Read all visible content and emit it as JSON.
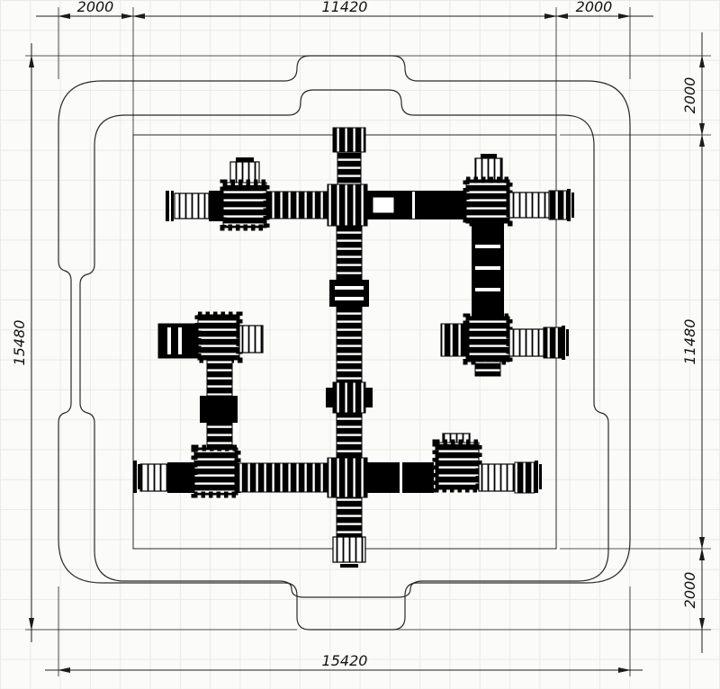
{
  "dimensions": {
    "top_left": "2000",
    "top_center": "11420",
    "top_right": "2000",
    "left_height": "15480",
    "right_top": "2000",
    "right_middle": "11480",
    "right_bottom": "2000",
    "bottom_width": "15420"
  },
  "colors": {
    "line": "#1c1c1c",
    "equipment": "#000000",
    "grid": "#e9ebe6",
    "background": "#fbfbf9"
  }
}
